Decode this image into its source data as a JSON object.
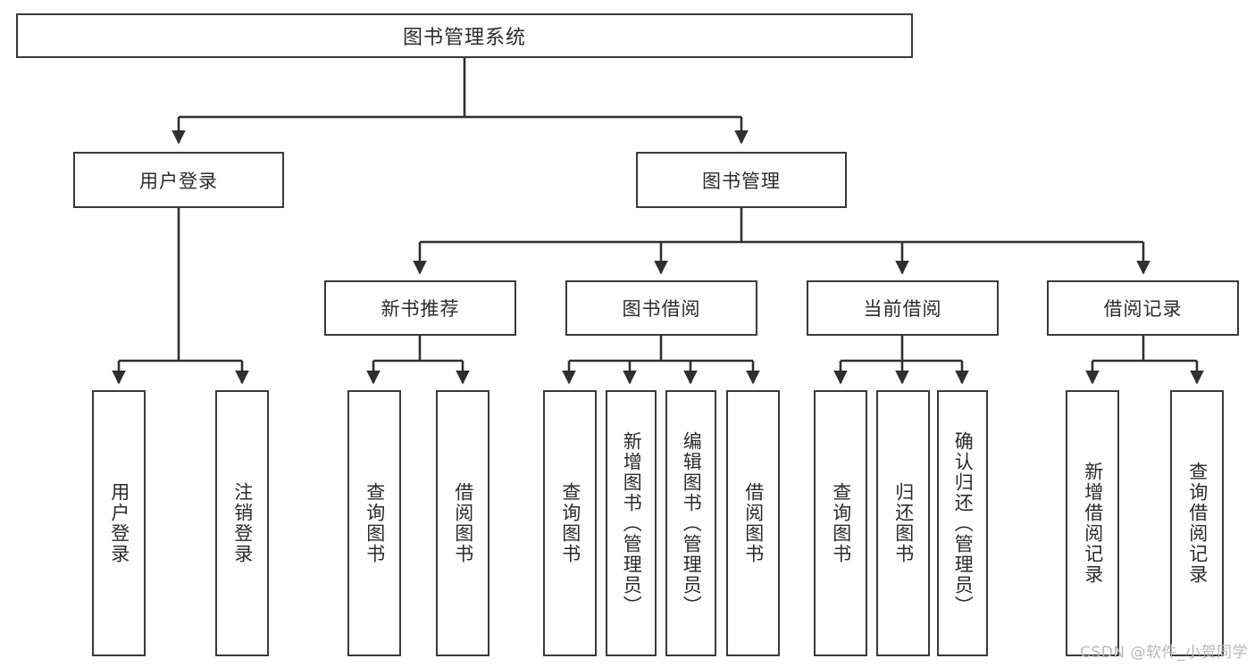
{
  "diagram": {
    "title": "图书管理系统",
    "type": "tree",
    "colors": {
      "box_border": "#3a3a3a",
      "box_fill": "#ffffff",
      "edge": "#2f2f2f",
      "text": "#2b2b2b",
      "watermark": "#b9b9b9",
      "background": "#ffffff"
    },
    "nodes": {
      "root": {
        "label": "图书管理系统"
      },
      "level2": [
        {
          "label": "用户登录"
        },
        {
          "label": "图书管理"
        }
      ],
      "level3": [
        {
          "label": "新书推荐"
        },
        {
          "label": "图书借阅"
        },
        {
          "label": "当前借阅"
        },
        {
          "label": "借阅记录"
        }
      ],
      "leaves": [
        {
          "label": "用户登录"
        },
        {
          "label": "注销登录"
        },
        {
          "label": "查询图书"
        },
        {
          "label": "借阅图书"
        },
        {
          "label": "查询图书"
        },
        {
          "label": "新增图书（管理员）"
        },
        {
          "label": "编辑图书（管理员）"
        },
        {
          "label": "借阅图书"
        },
        {
          "label": "查询图书"
        },
        {
          "label": "归还图书"
        },
        {
          "label": "确认归还（管理员）"
        },
        {
          "label": "新增借阅记录"
        },
        {
          "label": "查询借阅记录"
        }
      ]
    },
    "watermark": "CSDN @软件_小贺同学"
  }
}
